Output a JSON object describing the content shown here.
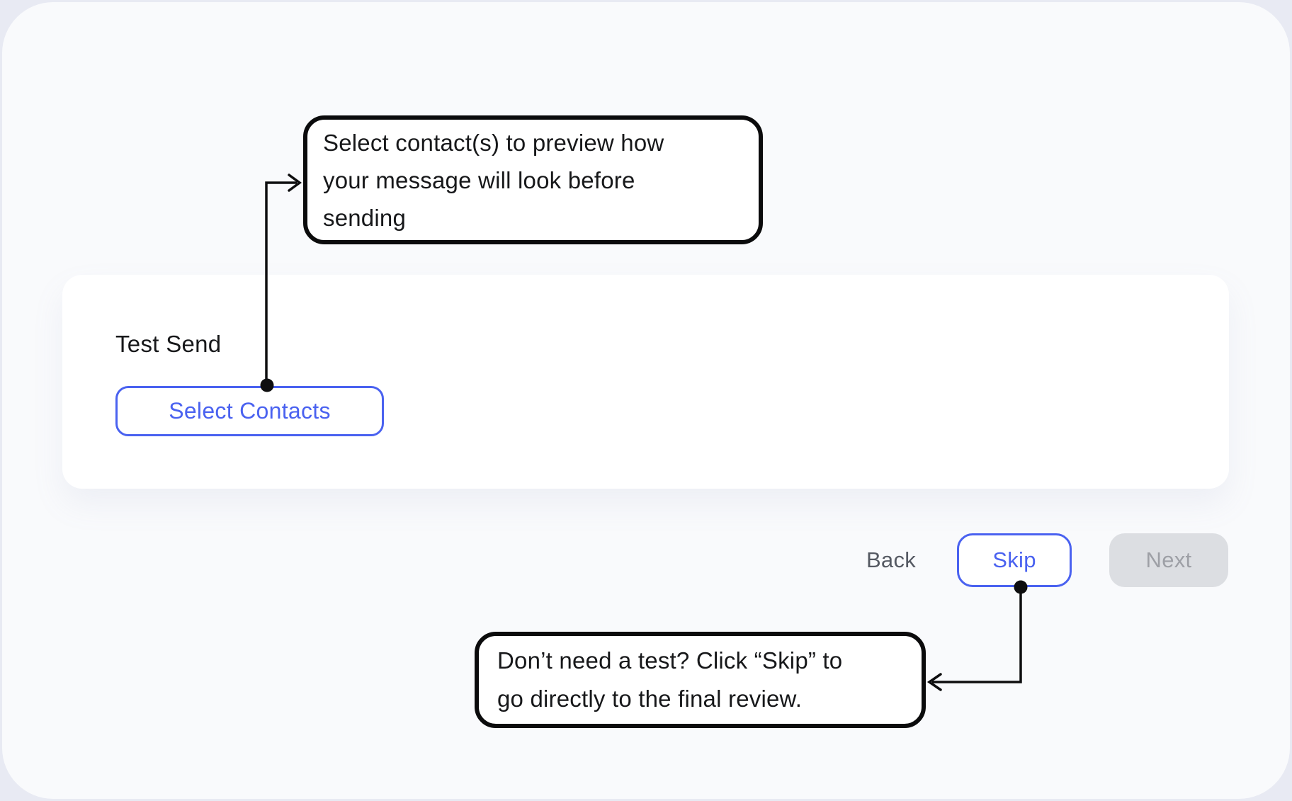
{
  "tooltips": {
    "select_contacts": {
      "lines": [
        "Select contact(s) to preview how",
        "your message will look before",
        "sending"
      ]
    },
    "skip": {
      "lines": [
        "Don’t need a test? Click “Skip” to",
        "go directly to the final review."
      ]
    }
  },
  "card": {
    "title": "Test Send",
    "select_contacts_label": "Select Contacts"
  },
  "nav": {
    "back_label": "Back",
    "skip_label": "Skip",
    "next_label": "Next"
  },
  "colors": {
    "accent": "#4a62f0",
    "bg-outer": "#e8eaf3",
    "bg-panel": "#f9fafc",
    "disabled-bg": "#dcdee2",
    "disabled-text": "#9ea0a6",
    "back-text": "#565a63",
    "callout-border": "#0b0b0c"
  }
}
